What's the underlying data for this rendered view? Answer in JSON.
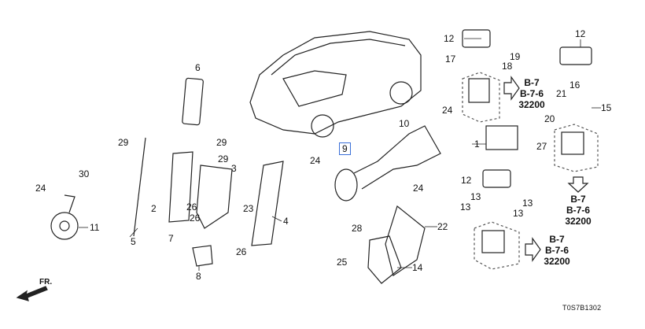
{
  "diagram": {
    "callouts": [
      "6",
      "29",
      "29",
      "29",
      "3",
      "30",
      "24",
      "2",
      "26",
      "26",
      "23",
      "4",
      "11",
      "5",
      "7",
      "26",
      "8",
      "9",
      "10",
      "24",
      "24",
      "24",
      "28",
      "22",
      "25",
      "14",
      "12",
      "17",
      "19",
      "18",
      "12",
      "16",
      "21",
      "15",
      "20",
      "1",
      "27",
      "12",
      "13",
      "13",
      "13",
      "13"
    ],
    "references": [
      {
        "l1": "B-7",
        "l2": "B-7-6",
        "l3": "32200"
      },
      {
        "l1": "B-7",
        "l2": "B-7-6",
        "l3": "32200"
      },
      {
        "l1": "B-7",
        "l2": "B-7-6",
        "l3": "32200"
      }
    ],
    "front_label": "FR.",
    "diagram_code": "T0S7B1302",
    "highlight_color": "#3a6fd8"
  }
}
